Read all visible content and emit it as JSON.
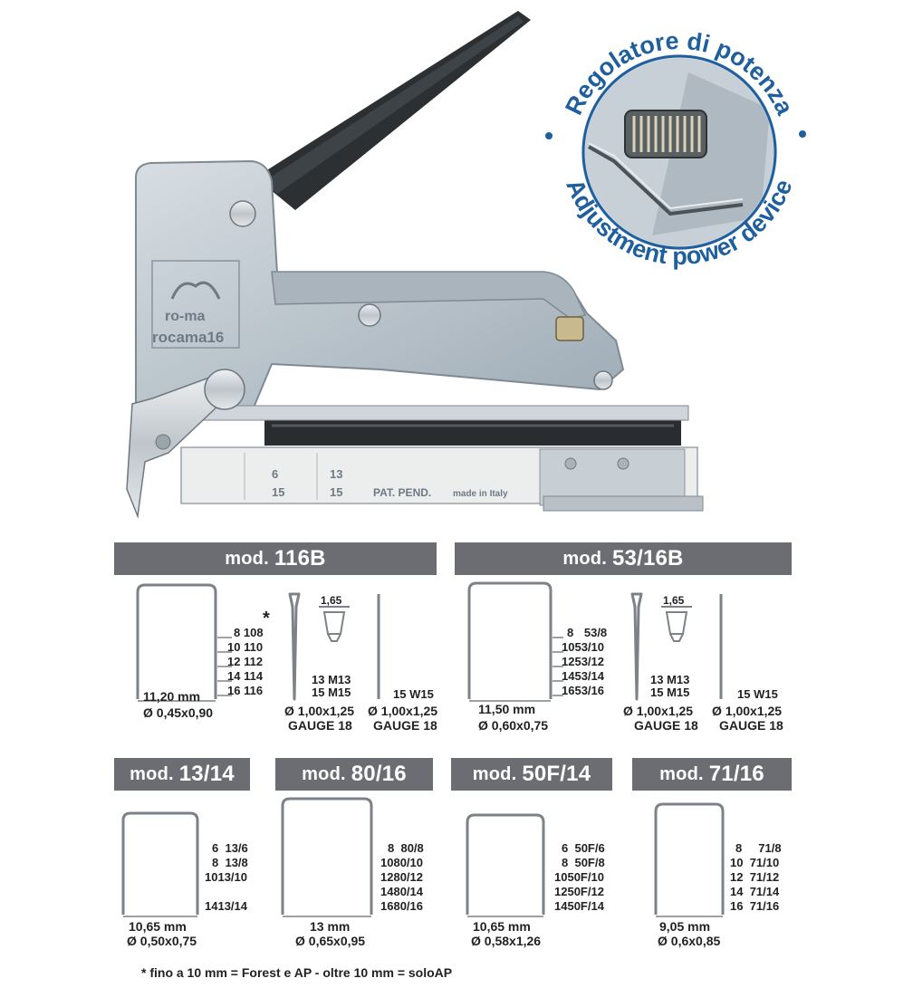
{
  "tool": {
    "brand": "ro-ma",
    "model": "rocama16",
    "magazine_marks": [
      "6",
      "13",
      "15",
      "15",
      "PAT. PEND.",
      "made in Italy"
    ]
  },
  "inset": {
    "label_it": "Regolatore di potenza",
    "label_en": "Adjustment power device"
  },
  "sections": {
    "m116": {
      "title_prefix": "mod.",
      "title_model": "116B",
      "staple_width": "11,20 mm",
      "staple_section": "Ø 0,45x0,90",
      "star": "*",
      "rows": [
        [
          "8",
          "108"
        ],
        [
          "10",
          "110"
        ],
        [
          "12",
          "112"
        ],
        [
          "14",
          "114"
        ],
        [
          "16",
          "116"
        ]
      ],
      "brad_head": "1,65",
      "brad_rows": [
        [
          "13",
          "M13"
        ],
        [
          "15",
          "M15"
        ]
      ],
      "brad_section": "Ø 1,00x1,25",
      "brad_gauge": "GAUGE 18",
      "pin_row": "15 W15",
      "pin_section": "Ø 1,00x1,25",
      "pin_gauge": "GAUGE 18"
    },
    "m5316": {
      "title_prefix": "mod.",
      "title_model": "53/16B",
      "staple_width": "11,50 mm",
      "staple_section": "Ø 0,60x0,75",
      "rows": [
        [
          "8",
          "53/8"
        ],
        [
          "10",
          "53/10"
        ],
        [
          "12",
          "53/12"
        ],
        [
          "14",
          "53/14"
        ],
        [
          "16",
          "53/16"
        ]
      ],
      "brad_head": "1,65",
      "brad_rows": [
        [
          "13",
          "M13"
        ],
        [
          "15",
          "M15"
        ]
      ],
      "brad_section": "Ø 1,00x1,25",
      "brad_gauge": "GAUGE 18",
      "pin_row": "15 W15",
      "pin_section": "Ø 1,00x1,25",
      "pin_gauge": "GAUGE 18"
    },
    "m1314": {
      "title_prefix": "mod.",
      "title_model": "13/14",
      "staple_width": "10,65 mm",
      "staple_section": "Ø 0,50x0,75",
      "rows": [
        [
          "6",
          "13/6"
        ],
        [
          "8",
          "13/8"
        ],
        [
          "10",
          "13/10"
        ],
        [
          "14",
          "13/14"
        ]
      ]
    },
    "m8016": {
      "title_prefix": "mod.",
      "title_model": "80/16",
      "staple_width": "13 mm",
      "staple_section": "Ø 0,65x0,95",
      "rows": [
        [
          "8",
          "80/8"
        ],
        [
          "10",
          "80/10"
        ],
        [
          "12",
          "80/12"
        ],
        [
          "14",
          "80/14"
        ],
        [
          "16",
          "80/16"
        ]
      ]
    },
    "m50f14": {
      "title_prefix": "mod.",
      "title_model": "50F/14",
      "staple_width": "10,65 mm",
      "staple_section": "Ø 0,58x1,26",
      "rows": [
        [
          "6",
          "50F/6"
        ],
        [
          "8",
          "50F/8"
        ],
        [
          "10",
          "50F/10"
        ],
        [
          "12",
          "50F/12"
        ],
        [
          "14",
          "50F/14"
        ]
      ]
    },
    "m7116": {
      "title_prefix": "mod.",
      "title_model": "71/16",
      "staple_width": "9,05 mm",
      "staple_section": "Ø 0,6x0,85",
      "rows": [
        [
          "8",
          "71/8"
        ],
        [
          "10",
          "71/10"
        ],
        [
          "12",
          "71/12"
        ],
        [
          "14",
          "71/14"
        ],
        [
          "16",
          "71/16"
        ]
      ]
    }
  },
  "footnote": "* fino a 10 mm = Forest e AP - oltre 10 mm = soloAP",
  "colors": {
    "header_bg": "#6b6d72",
    "inset_text": "#1f5f9e",
    "tool_body": "#b9c3cb"
  }
}
